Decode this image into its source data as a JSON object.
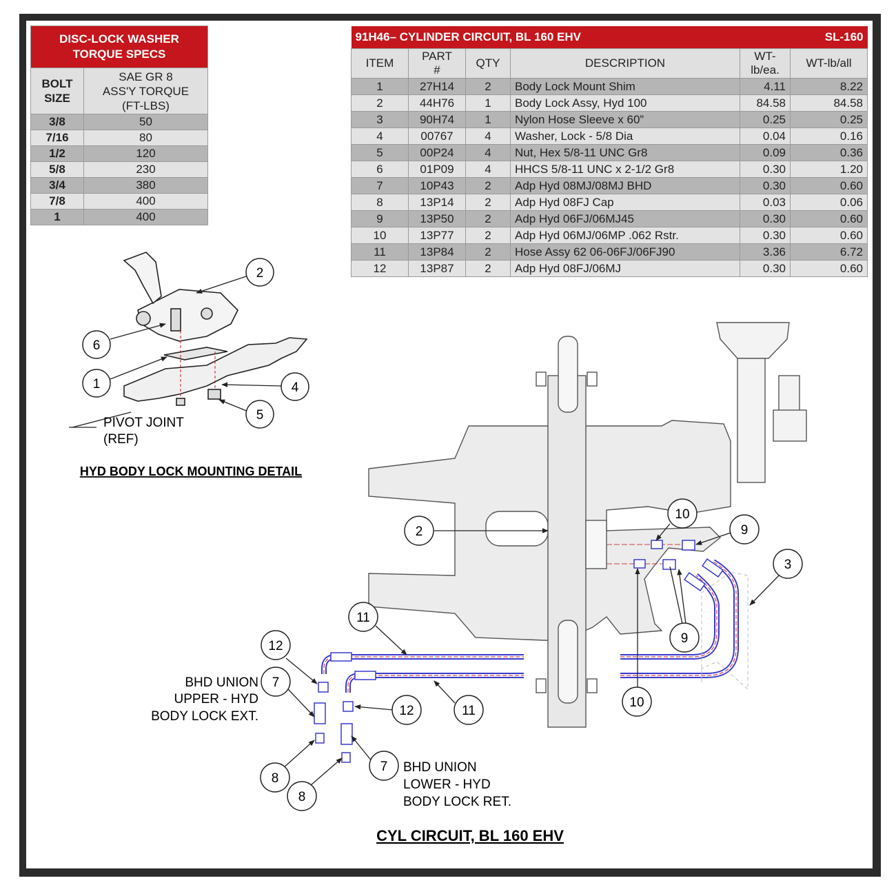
{
  "torque_table": {
    "title": "DISC-LOCK WASHER\nTORQUE SPECS",
    "title_line1": "DISC-LOCK WASHER",
    "title_line2": "TORQUE SPECS",
    "col1_line1": "BOLT",
    "col1_line2": "SIZE",
    "col2_line1": "SAE GR 8",
    "col2_line2": "ASS'Y TORQUE",
    "col2_line3": "(FT-LBS)",
    "rows": [
      {
        "size": "3/8",
        "torque": "50"
      },
      {
        "size": "7/16",
        "torque": "80"
      },
      {
        "size": "1/2",
        "torque": "120"
      },
      {
        "size": "5/8",
        "torque": "230"
      },
      {
        "size": "3/4",
        "torque": "380"
      },
      {
        "size": "7/8",
        "torque": "400"
      },
      {
        "size": "1",
        "torque": "400"
      }
    ]
  },
  "parts_table": {
    "title": "91H46– CYLINDER CIRCUIT, BL 160 EHV",
    "code": "SL-160",
    "headers": {
      "item": "ITEM",
      "part_line1": "PART",
      "part_line2": "#",
      "qty": "QTY",
      "description": "DESCRIPTION",
      "wt_ea_line1": "WT-",
      "wt_ea_line2": "lb/ea.",
      "wt_all": "WT-lb/all"
    },
    "rows": [
      {
        "item": "1",
        "part": "27H14",
        "qty": "2",
        "desc": "Body Lock Mount Shim",
        "wt_ea": "4.11",
        "wt_all": "8.22"
      },
      {
        "item": "2",
        "part": "44H76",
        "qty": "1",
        "desc": "Body Lock Assy, Hyd 100",
        "wt_ea": "84.58",
        "wt_all": "84.58"
      },
      {
        "item": "3",
        "part": "90H74",
        "qty": "1",
        "desc": "Nylon Hose Sleeve x 60”",
        "wt_ea": "0.25",
        "wt_all": "0.25"
      },
      {
        "item": "4",
        "part": "00767",
        "qty": "4",
        "desc": "Washer, Lock - 5/8 Dia",
        "wt_ea": "0.04",
        "wt_all": "0.16"
      },
      {
        "item": "5",
        "part": "00P24",
        "qty": "4",
        "desc": "Nut, Hex 5/8-11 UNC Gr8",
        "wt_ea": "0.09",
        "wt_all": "0.36"
      },
      {
        "item": "6",
        "part": "01P09",
        "qty": "4",
        "desc": "HHCS 5/8-11 UNC x 2-1/2 Gr8",
        "wt_ea": "0.30",
        "wt_all": "1.20"
      },
      {
        "item": "7",
        "part": "10P43",
        "qty": "2",
        "desc": "Adp Hyd 08MJ/08MJ BHD",
        "wt_ea": "0.30",
        "wt_all": "0.60"
      },
      {
        "item": "8",
        "part": "13P14",
        "qty": "2",
        "desc": "Adp Hyd 08FJ Cap",
        "wt_ea": "0.03",
        "wt_all": "0.06"
      },
      {
        "item": "9",
        "part": "13P50",
        "qty": "2",
        "desc": "Adp Hyd 06FJ/06MJ45",
        "wt_ea": "0.30",
        "wt_all": "0.60"
      },
      {
        "item": "10",
        "part": "13P77",
        "qty": "2",
        "desc": "Adp Hyd 06MJ/06MP .062 Rstr.",
        "wt_ea": "0.30",
        "wt_all": "0.60"
      },
      {
        "item": "11",
        "part": "13P84",
        "qty": "2",
        "desc": "Hose Assy 62 06-06FJ/06FJ90",
        "wt_ea": "3.36",
        "wt_all": "6.72"
      },
      {
        "item": "12",
        "part": "13P87",
        "qty": "2",
        "desc": "Adp Hyd 08FJ/06MJ",
        "wt_ea": "0.30",
        "wt_all": "0.60"
      }
    ]
  },
  "detail": {
    "title": "HYD BODY LOCK MOUNTING DETAIL",
    "pivot_line1": "PIVOT JOINT",
    "pivot_line2": "(REF)",
    "callouts": [
      "1",
      "2",
      "4",
      "5",
      "6"
    ]
  },
  "circuit": {
    "title": "CYL CIRCUIT, BL 160 EHV",
    "bhd_upper_line1": "BHD UNION",
    "bhd_upper_line2": "UPPER - HYD",
    "bhd_upper_line3": "BODY LOCK EXT.",
    "bhd_lower_line1": "BHD UNION",
    "bhd_lower_line2": "LOWER - HYD",
    "bhd_lower_line3": "BODY LOCK RET.",
    "callouts": [
      "2",
      "3",
      "7",
      "7",
      "8",
      "8",
      "9",
      "9",
      "10",
      "10",
      "11",
      "11",
      "12",
      "12"
    ]
  },
  "colors": {
    "header_red": "#c4161c",
    "row_dark": "#b5b5b5",
    "row_light": "#e3e3e3",
    "hose_blue": "#3a3acc",
    "hose_red": "#d04040",
    "frame": "#2b2b2b"
  }
}
